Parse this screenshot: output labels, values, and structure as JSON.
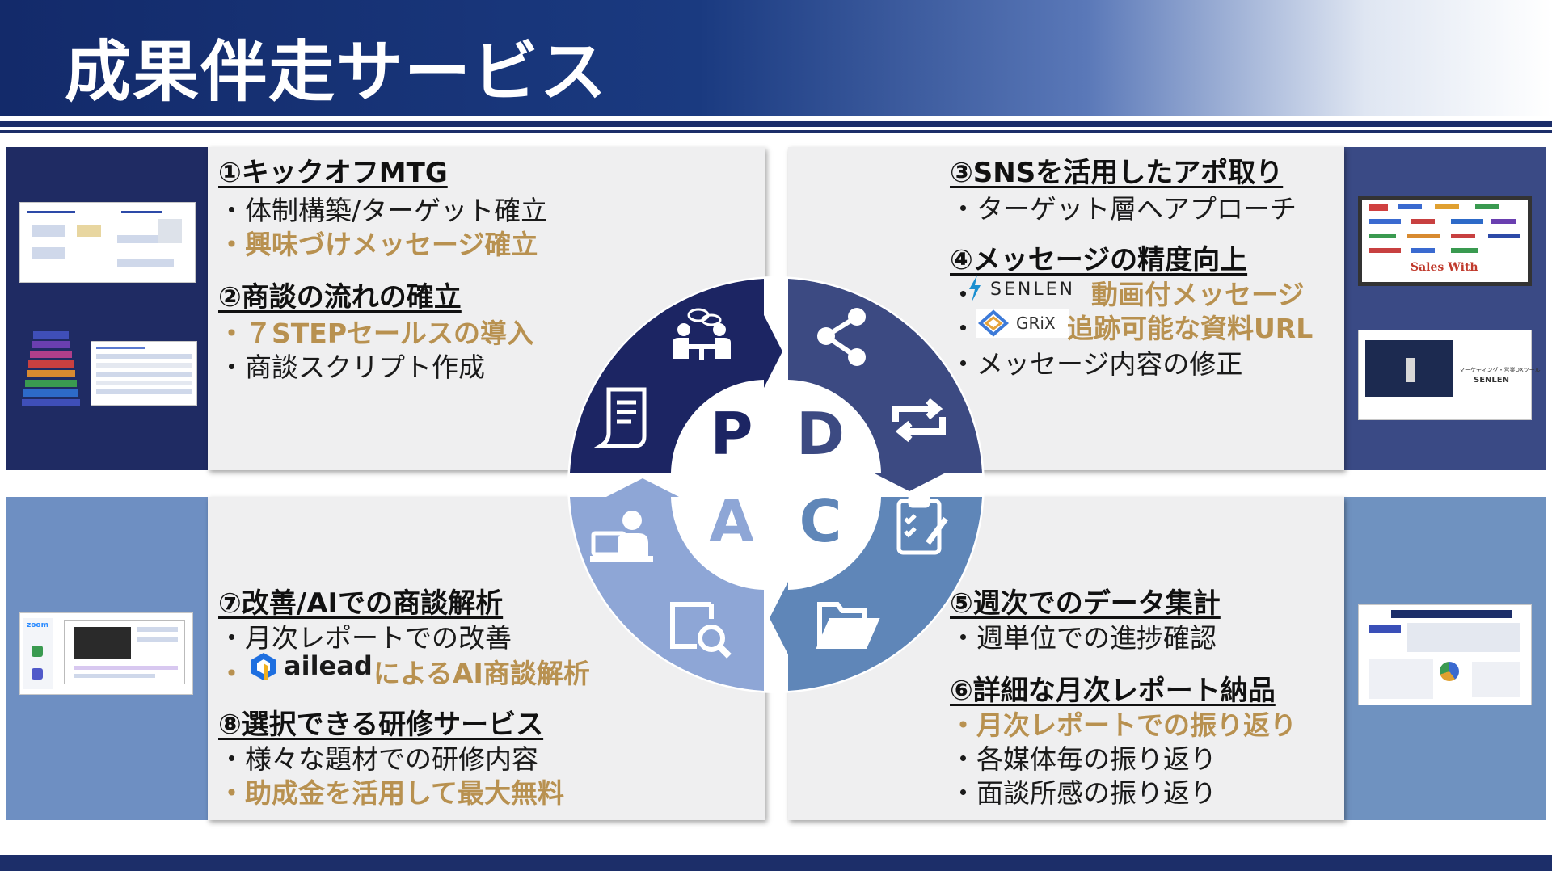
{
  "header": {
    "title": "成果伴走サービス"
  },
  "cycle": {
    "p": "P",
    "d": "D",
    "c": "C",
    "a": "A"
  },
  "top_left": {
    "s1_heading": "①キックオフMTG",
    "s1_items": [
      "・体制構築/ターゲット確立",
      "・興味づけメッセージ確立"
    ],
    "s2_heading": "②商談の流れの確立",
    "s2_items": [
      "・７STEPセールスの導入",
      "・商談スクリプト作成"
    ]
  },
  "top_right": {
    "s3_heading": "③SNSを活用したアポ取り",
    "s3_items": [
      "・ターゲット層へアプローチ"
    ],
    "s4_heading": "④メッセージの精度向上",
    "s4_senlen_logo": "SENLEN",
    "s4_senlen_text": "動画付メッセージ",
    "s4_grix_logo": "GRiX",
    "s4_grix_text": "追跡可能な資料URL",
    "s4_item3": "・メッセージ内容の修正",
    "thumb1_caption": "Sales With",
    "thumb2_caption_1": "マーケティング・営業DXツール",
    "thumb2_caption_2": "SENLEN"
  },
  "bottom_left": {
    "s7_heading": "⑦改善/AIでの商談解析",
    "s7_item1": "・月次レポートでの改善",
    "s7_ailead_logo": "ailead",
    "s7_ailead_text": "によるAI商談解析",
    "s8_heading": "⑧選択できる研修サービス",
    "s8_items": [
      "・様々な題材での研修内容",
      "・助成金を活用して最大無料"
    ],
    "thumb_zoom": "zoom"
  },
  "bottom_right": {
    "s5_heading": "⑤週次でのデータ集計",
    "s5_items": [
      "・週単位での進捗確認"
    ],
    "s6_heading": "⑥詳細な月次レポート納品",
    "s6_items": [
      "・月次レポートでの振り返り",
      "・各媒体毎の振り返り",
      "・面談所感の振り返り"
    ]
  },
  "colors": {
    "navy": "#1c2e69",
    "gold": "#b89150",
    "p_segment": "#1c2563",
    "d_segment": "#3c4a82",
    "c_segment": "#5f86b8",
    "a_segment": "#8ea6d6"
  },
  "icons": [
    "meeting-icon",
    "document-icon",
    "share-icon",
    "repeat-icon",
    "clipboard-check-icon",
    "folder-icon",
    "search-box-icon",
    "person-laptop-icon"
  ]
}
